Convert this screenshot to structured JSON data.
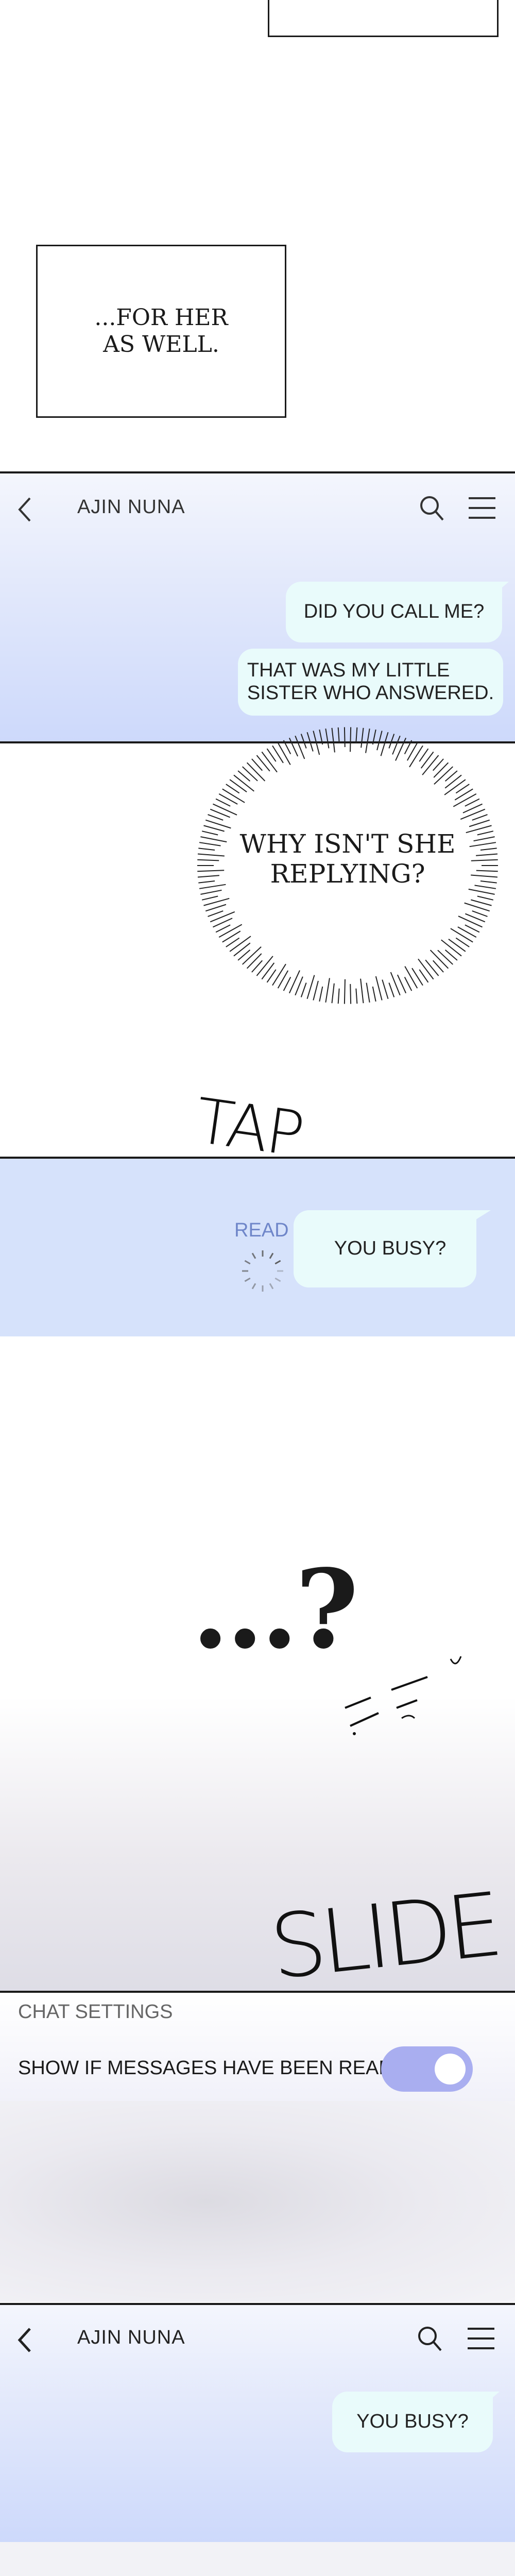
{
  "narration_boxes": [
    {
      "text": ""
    },
    {
      "text": "...FOR HER\nAS WELL."
    }
  ],
  "chat_header_1": {
    "title": "AJIN NUNA",
    "back_icon": "chevron-left-icon",
    "search_icon": "search-icon",
    "menu_icon": "hamburger-menu-icon"
  },
  "chat_messages_1": [
    {
      "text": "DID YOU CALL ME?"
    },
    {
      "text": "THAT WAS MY LITTLE\nSISTER WHO ANSWERED."
    }
  ],
  "thought_burst": {
    "text": "WHY ISN'T SHE\nREPLYING?"
  },
  "sfx_tap": "TAP",
  "chat_panel_2": {
    "read_label": "READ",
    "message": "YOU BUSY?",
    "loading_icon": "loading-spinner-icon"
  },
  "ellipsis_question": "...?",
  "sfx_slide": "SLIDE",
  "settings": {
    "section_title": "CHAT SETTINGS",
    "toggle_label": "SHOW IF MESSAGES HAVE BEEN READ",
    "toggle_on": true,
    "toggle_color": "#a9aef0"
  },
  "chat_header_2": {
    "title": "AJIN NUNA"
  },
  "chat_messages_2": [
    {
      "text": "YOU BUSY?"
    }
  ],
  "colors": {
    "chat_gradient_top": "#d9e2fb",
    "chat_gradient_bottom": "#cbd9fb",
    "bubble_fill": "#e9fbfb",
    "read_label": "#6f86c9"
  }
}
